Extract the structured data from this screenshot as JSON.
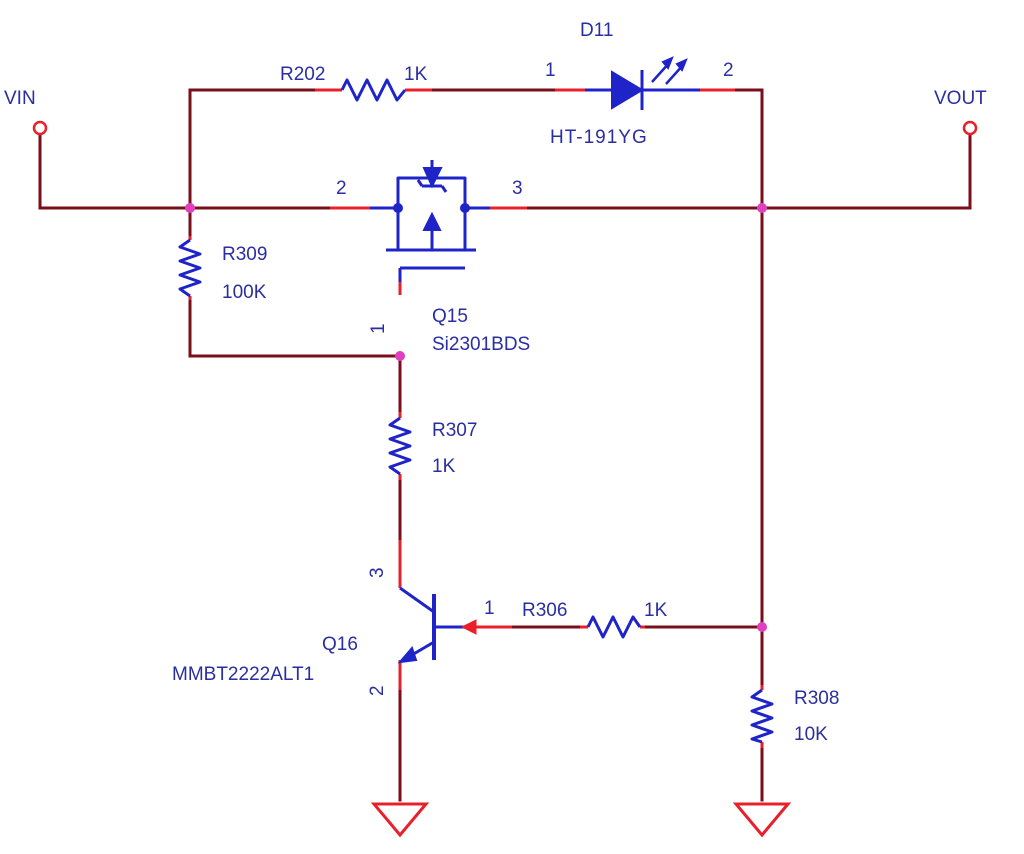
{
  "diagram": {
    "ports": {
      "vin": "VIN",
      "vout": "VOUT"
    },
    "r202": {
      "ref": "R202",
      "value": "1K"
    },
    "d11": {
      "ref": "D11",
      "part": "HT-191YG",
      "pin1": "1",
      "pin2": "2"
    },
    "q15": {
      "ref": "Q15",
      "part": "Si2301BDS",
      "pin1": "1",
      "pin2": "2",
      "pin3": "3"
    },
    "r309": {
      "ref": "R309",
      "value": "100K"
    },
    "r307": {
      "ref": "R307",
      "value": "1K"
    },
    "q16": {
      "ref": "Q16",
      "part": "MMBT2222ALT1",
      "pin1": "1",
      "pin2": "2",
      "pin3": "3"
    },
    "r306": {
      "ref": "R306",
      "value": "1K"
    },
    "r308": {
      "ref": "R308",
      "value": "10K"
    }
  },
  "colors": {
    "wire": "#7a0e1a",
    "pin": "#e8202a",
    "symbol": "#1f24c8",
    "text": "#2a2ea3",
    "junction": "#e040c0"
  }
}
